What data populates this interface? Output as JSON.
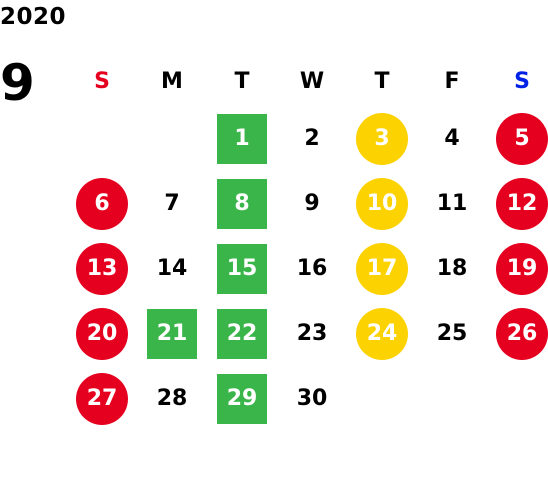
{
  "year": "2020",
  "month": "9",
  "colors": {
    "sunday": "#e60020",
    "saturday": "#0021e6",
    "red": "#e60020",
    "yellow": "#fcd200",
    "green": "#3ab54a"
  },
  "weekdays": [
    {
      "label": "S",
      "color": "#e60020"
    },
    {
      "label": "M",
      "color": "#000000"
    },
    {
      "label": "T",
      "color": "#000000"
    },
    {
      "label": "W",
      "color": "#000000"
    },
    {
      "label": "T",
      "color": "#000000"
    },
    {
      "label": "F",
      "color": "#000000"
    },
    {
      "label": "S",
      "color": "#0021e6"
    }
  ],
  "days": [
    {
      "day": "1",
      "col": 2,
      "row": 0,
      "style": "green"
    },
    {
      "day": "2",
      "col": 3,
      "row": 0,
      "style": "plain"
    },
    {
      "day": "3",
      "col": 4,
      "row": 0,
      "style": "yellow"
    },
    {
      "day": "4",
      "col": 5,
      "row": 0,
      "style": "plain"
    },
    {
      "day": "5",
      "col": 6,
      "row": 0,
      "style": "red"
    },
    {
      "day": "6",
      "col": 0,
      "row": 1,
      "style": "red"
    },
    {
      "day": "7",
      "col": 1,
      "row": 1,
      "style": "plain"
    },
    {
      "day": "8",
      "col": 2,
      "row": 1,
      "style": "green"
    },
    {
      "day": "9",
      "col": 3,
      "row": 1,
      "style": "plain"
    },
    {
      "day": "10",
      "col": 4,
      "row": 1,
      "style": "yellow"
    },
    {
      "day": "11",
      "col": 5,
      "row": 1,
      "style": "plain"
    },
    {
      "day": "12",
      "col": 6,
      "row": 1,
      "style": "red"
    },
    {
      "day": "13",
      "col": 0,
      "row": 2,
      "style": "red"
    },
    {
      "day": "14",
      "col": 1,
      "row": 2,
      "style": "plain"
    },
    {
      "day": "15",
      "col": 2,
      "row": 2,
      "style": "green"
    },
    {
      "day": "16",
      "col": 3,
      "row": 2,
      "style": "plain"
    },
    {
      "day": "17",
      "col": 4,
      "row": 2,
      "style": "yellow"
    },
    {
      "day": "18",
      "col": 5,
      "row": 2,
      "style": "plain"
    },
    {
      "day": "19",
      "col": 6,
      "row": 2,
      "style": "red"
    },
    {
      "day": "20",
      "col": 0,
      "row": 3,
      "style": "red"
    },
    {
      "day": "21",
      "col": 1,
      "row": 3,
      "style": "green"
    },
    {
      "day": "22",
      "col": 2,
      "row": 3,
      "style": "green"
    },
    {
      "day": "23",
      "col": 3,
      "row": 3,
      "style": "plain"
    },
    {
      "day": "24",
      "col": 4,
      "row": 3,
      "style": "yellow"
    },
    {
      "day": "25",
      "col": 5,
      "row": 3,
      "style": "plain"
    },
    {
      "day": "26",
      "col": 6,
      "row": 3,
      "style": "red"
    },
    {
      "day": "27",
      "col": 0,
      "row": 4,
      "style": "red"
    },
    {
      "day": "28",
      "col": 1,
      "row": 4,
      "style": "plain"
    },
    {
      "day": "29",
      "col": 2,
      "row": 4,
      "style": "green"
    },
    {
      "day": "30",
      "col": 3,
      "row": 4,
      "style": "plain"
    }
  ]
}
